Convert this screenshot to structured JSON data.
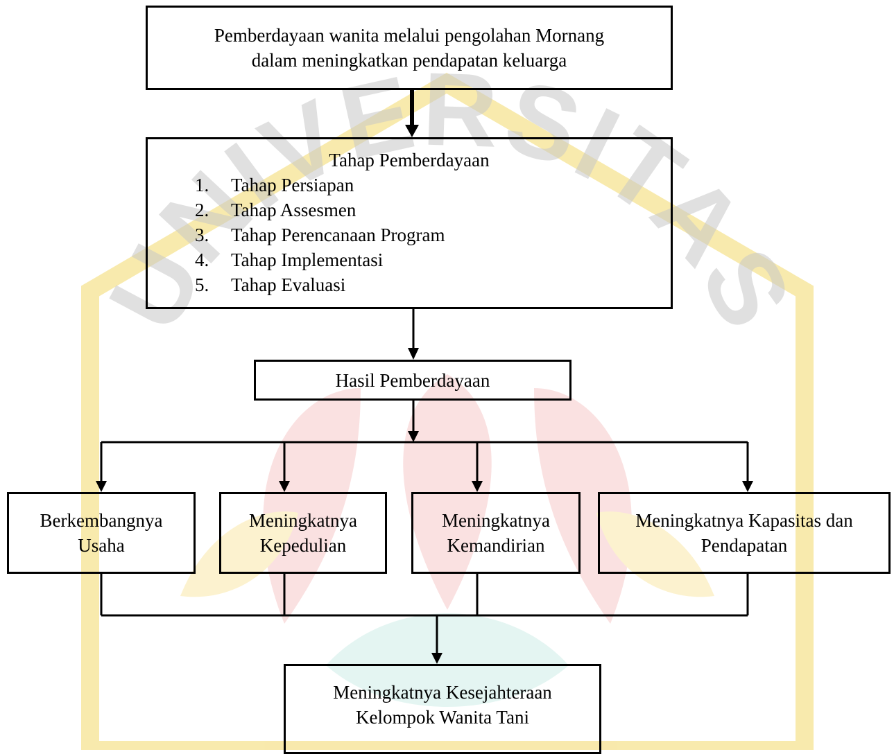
{
  "diagram": {
    "top_box": {
      "line1": "Pemberdayaan wanita melalui pengolahan Mornang",
      "line2": "dalam meningkatkan pendapatan keluarga"
    },
    "stages_box": {
      "title": "Tahap Pemberdayaan",
      "items": [
        {
          "num": "1.",
          "label": "Tahap Persiapan"
        },
        {
          "num": "2.",
          "label": "Tahap Assesmen"
        },
        {
          "num": "3.",
          "label": "Tahap Perencanaan Program"
        },
        {
          "num": "4.",
          "label": "Tahap Implementasi"
        },
        {
          "num": "5.",
          "label": "Tahap Evaluasi"
        }
      ]
    },
    "result_box": {
      "label": "Hasil Pemberdayaan"
    },
    "outcomes": [
      {
        "line1": "Berkembangnya",
        "line2": "Usaha"
      },
      {
        "line1": "Meningkatnya",
        "line2": "Kepedulian"
      },
      {
        "line1": "Meningkatnya",
        "line2": "Kemandirian"
      },
      {
        "line1": "Meningkatnya Kapasitas dan",
        "line2": "Pendapatan"
      }
    ],
    "final_box": {
      "line1": "Meningkatnya Kesejahteraan",
      "line2": "Kelompok Wanita Tani"
    }
  },
  "watermark": {
    "text": "UNIVERSITAS",
    "colors": {
      "text": "#c8c8c8",
      "ring": "#f3d86a",
      "red": "#f6c9c9",
      "teal": "#cfeee8",
      "yellow": "#fbe9a8"
    }
  }
}
